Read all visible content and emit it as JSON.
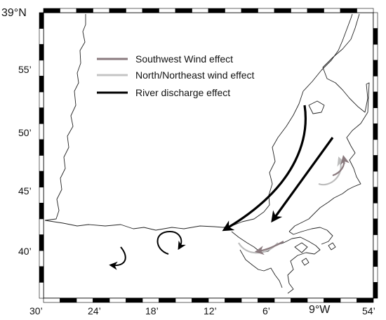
{
  "map": {
    "corner_top_label": "39°N",
    "corner_bottom_label": "9°W",
    "lat_ticks": [
      "55’",
      "50’",
      "45’",
      "40’"
    ],
    "lon_ticks": [
      "30’",
      "24’",
      "18’",
      "12’",
      "6’",
      "54’"
    ]
  },
  "legend": {
    "items": [
      {
        "label": "Southwest Wind effect",
        "color": "#8a7a7e"
      },
      {
        "label": "North/Northeast wind effect",
        "color": "#c4c4c4"
      },
      {
        "label": "River discharge effect",
        "color": "#000000"
      }
    ]
  },
  "arrows": {
    "river_color": "#000000",
    "sw_color": "#8a7a7e",
    "ne_color": "#bdbdbd",
    "eddy_color": "#000000"
  }
}
